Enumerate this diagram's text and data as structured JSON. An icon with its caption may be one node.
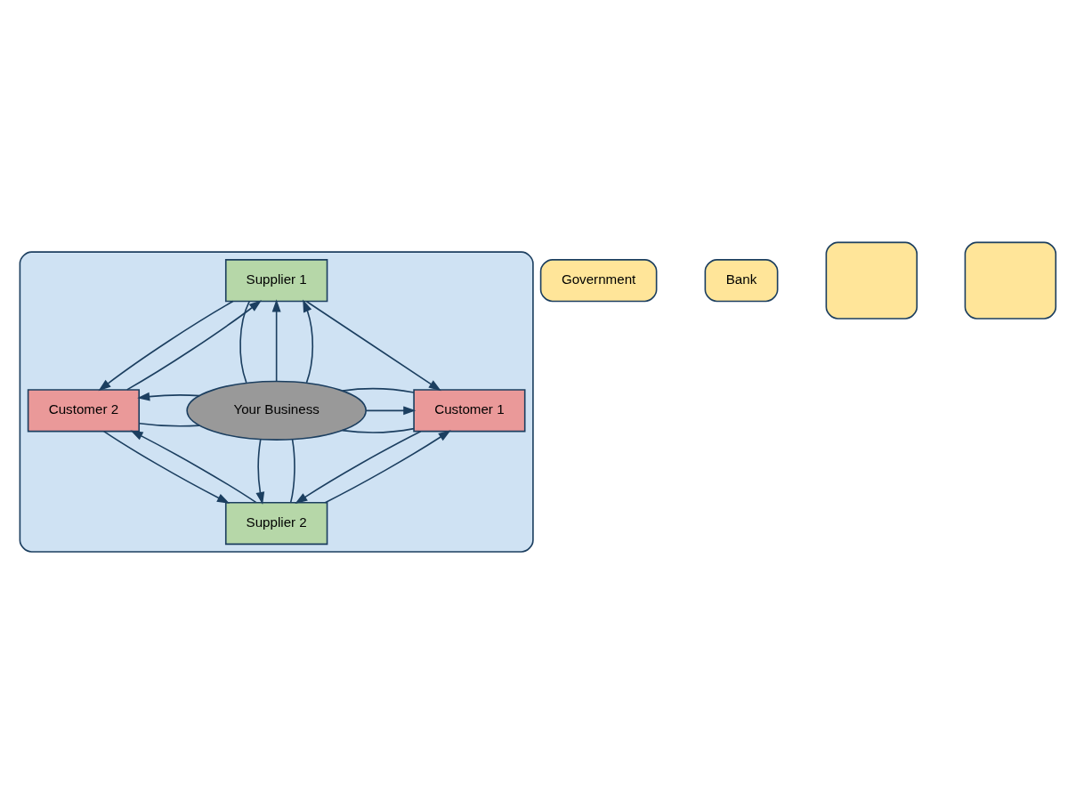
{
  "diagram": {
    "nodes": [
      {
        "text": [],
        "shape": "ellipse"
      },
      {
        "text": [
          "Government"
        ]
      },
      {
        "text": [
          "Bank"
        ]
      },
      {
        "text": [
          "Supplier 1"
        ],
        "in": 0
      },
      {
        "text": [
          "Customer 2"
        ],
        "in": 0
      },
      {
        "text": [
          "Your Business"
        ],
        "in": 0
      },
      {
        "text": [
          "Customer 1"
        ],
        "in": 0
      },
      {
        "text": [],
        "shape": "box"
      },
      {
        "text": [
          "Supplier 2"
        ],
        "in": 0
      },
      {
        "text": [],
        "shape": "box"
      }
    ],
    "edges": [
      {
        "from": 4,
        "to": 3,
        "arrow": "to"
      },
      {
        "from": 3,
        "to": 4,
        "arrow": "to"
      },
      {
        "from": 5,
        "to": 3,
        "arrow": "to"
      },
      {
        "from": 5,
        "to": 3,
        "arrow": "to"
      },
      {
        "from": 3,
        "to": 5,
        "arrow": "none"
      },
      {
        "from": 4,
        "to": 5,
        "arrow": "none"
      },
      {
        "from": 5,
        "to": 4,
        "arrow": "to"
      },
      {
        "from": 3,
        "to": 6,
        "arrow": "to"
      },
      {
        "from": 5,
        "to": 6,
        "arrow": "none"
      },
      {
        "from": 5,
        "to": 6,
        "arrow": "to"
      },
      {
        "from": 5,
        "to": 6,
        "arrow": "none"
      },
      {
        "from": 4,
        "to": 8,
        "arrow": "to"
      },
      {
        "from": 8,
        "to": 4,
        "arrow": "to"
      },
      {
        "from": 8,
        "to": 5,
        "arrow": "none"
      },
      {
        "from": 5,
        "to": 8,
        "arrow": "to"
      },
      {
        "from": 6,
        "to": 8,
        "arrow": "to"
      },
      {
        "from": 8,
        "to": 6,
        "arrow": "to"
      }
    ]
  }
}
